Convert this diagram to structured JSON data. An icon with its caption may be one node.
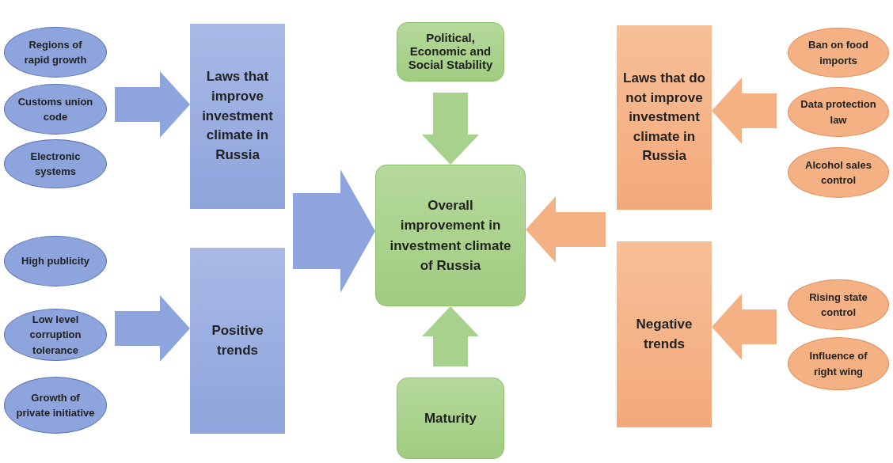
{
  "diagram": {
    "nodes": [
      {
        "text": [
          "Regions of rapid growth"
        ]
      },
      {
        "text": [
          "Customs union code"
        ]
      },
      {
        "text": [
          "Electronic systems"
        ]
      },
      {
        "text": [
          "Laws that improve investment climate in Russia"
        ]
      },
      {
        "text": [
          "Political, Economic and Social Stability"
        ]
      },
      {
        "text": [
          "Overall improvement in investment climate of Russia"
        ]
      },
      {
        "text": [
          "Laws that do not improve investment climate in Russia"
        ]
      },
      {
        "text": [
          "Ban on food imports"
        ]
      },
      {
        "text": [
          "Data protection law"
        ]
      },
      {
        "text": [
          "Alcohol sales control"
        ]
      },
      {
        "text": [
          "High publicity"
        ]
      },
      {
        "text": [
          "Low level corruption tolerance"
        ]
      },
      {
        "text": [
          "Growth of private initiative"
        ]
      },
      {
        "text": [
          "Positive trends"
        ]
      },
      {
        "text": [
          "Maturity"
        ]
      },
      {
        "text": [
          "Negative trends"
        ]
      },
      {
        "text": [
          "Rising state control"
        ]
      },
      {
        "text": [
          "Influence of right wing"
        ]
      }
    ],
    "edges": [
      {
        "from": 0,
        "to": 3,
        "arrow": "to"
      },
      {
        "from": 1,
        "to": 3,
        "arrow": "to"
      },
      {
        "from": 2,
        "to": 3,
        "arrow": "to"
      },
      {
        "from": 3,
        "to": 5,
        "arrow": "to"
      },
      {
        "from": 13,
        "to": 5,
        "arrow": "to"
      },
      {
        "from": 4,
        "to": 5,
        "arrow": "to"
      },
      {
        "from": 14,
        "to": 5,
        "arrow": "to"
      },
      {
        "from": 6,
        "to": 5,
        "arrow": "to"
      },
      {
        "from": 15,
        "to": 5,
        "arrow": "to"
      },
      {
        "from": 7,
        "to": 6,
        "arrow": "to"
      },
      {
        "from": 8,
        "to": 6,
        "arrow": "to"
      },
      {
        "from": 9,
        "to": 6,
        "arrow": "to"
      },
      {
        "from": 10,
        "to": 13,
        "arrow": "to"
      },
      {
        "from": 11,
        "to": 13,
        "arrow": "to"
      },
      {
        "from": 12,
        "to": 13,
        "arrow": "to"
      },
      {
        "from": 16,
        "to": 15,
        "arrow": "to"
      },
      {
        "from": 17,
        "to": 15,
        "arrow": "to"
      }
    ]
  }
}
